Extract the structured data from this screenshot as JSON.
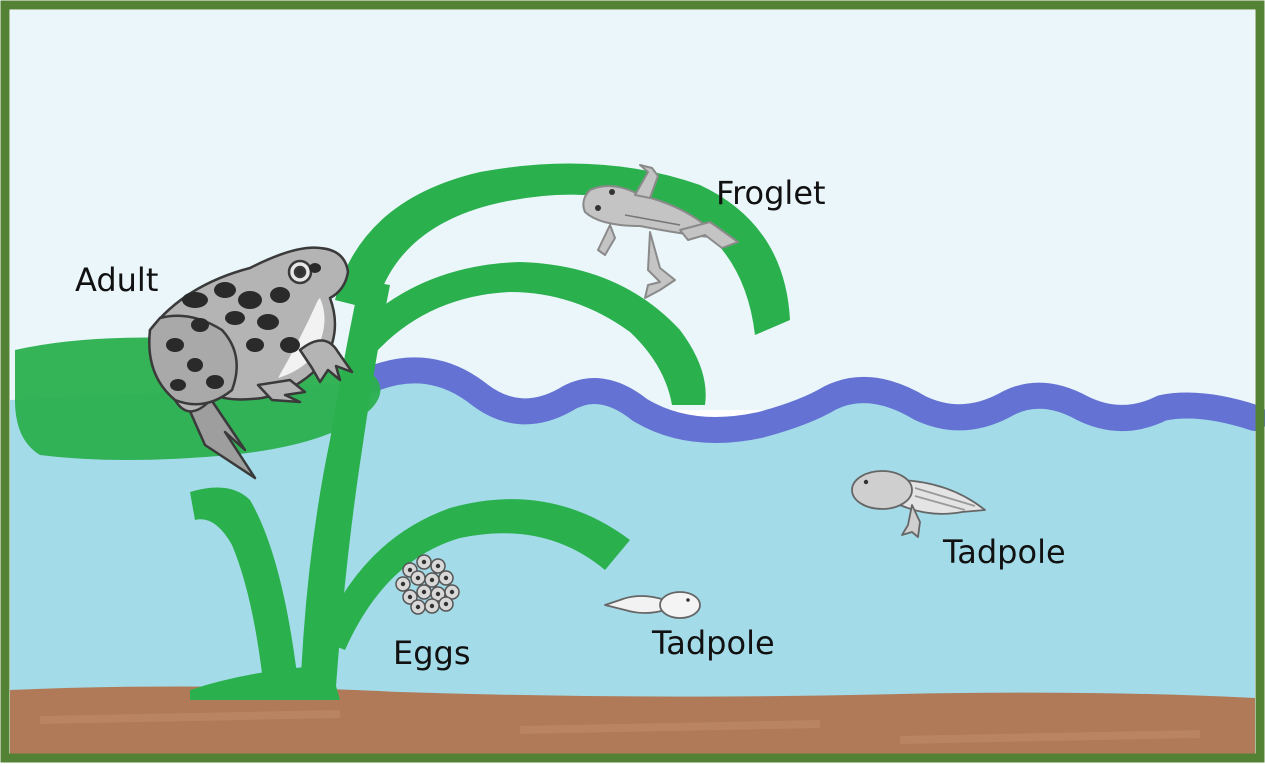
{
  "colors": {
    "frame": "#548235",
    "sky": "#eaf6fa",
    "water": "#a3dbe8",
    "surface_wave": "#6472d4",
    "plant": "#2bb04e",
    "mud": "#b07a58",
    "frog_skin": "#b4b4b4",
    "frog_spots": "#2a2a2a"
  },
  "labels": {
    "adult": "Adult",
    "froglet": "Froglet",
    "eggs": "Eggs",
    "tadpole_small": "Tadpole",
    "tadpole_large": "Tadpole"
  },
  "icons": [
    "adult-frog-icon",
    "froglet-icon",
    "egg-cluster-icon",
    "tadpole-icon"
  ]
}
